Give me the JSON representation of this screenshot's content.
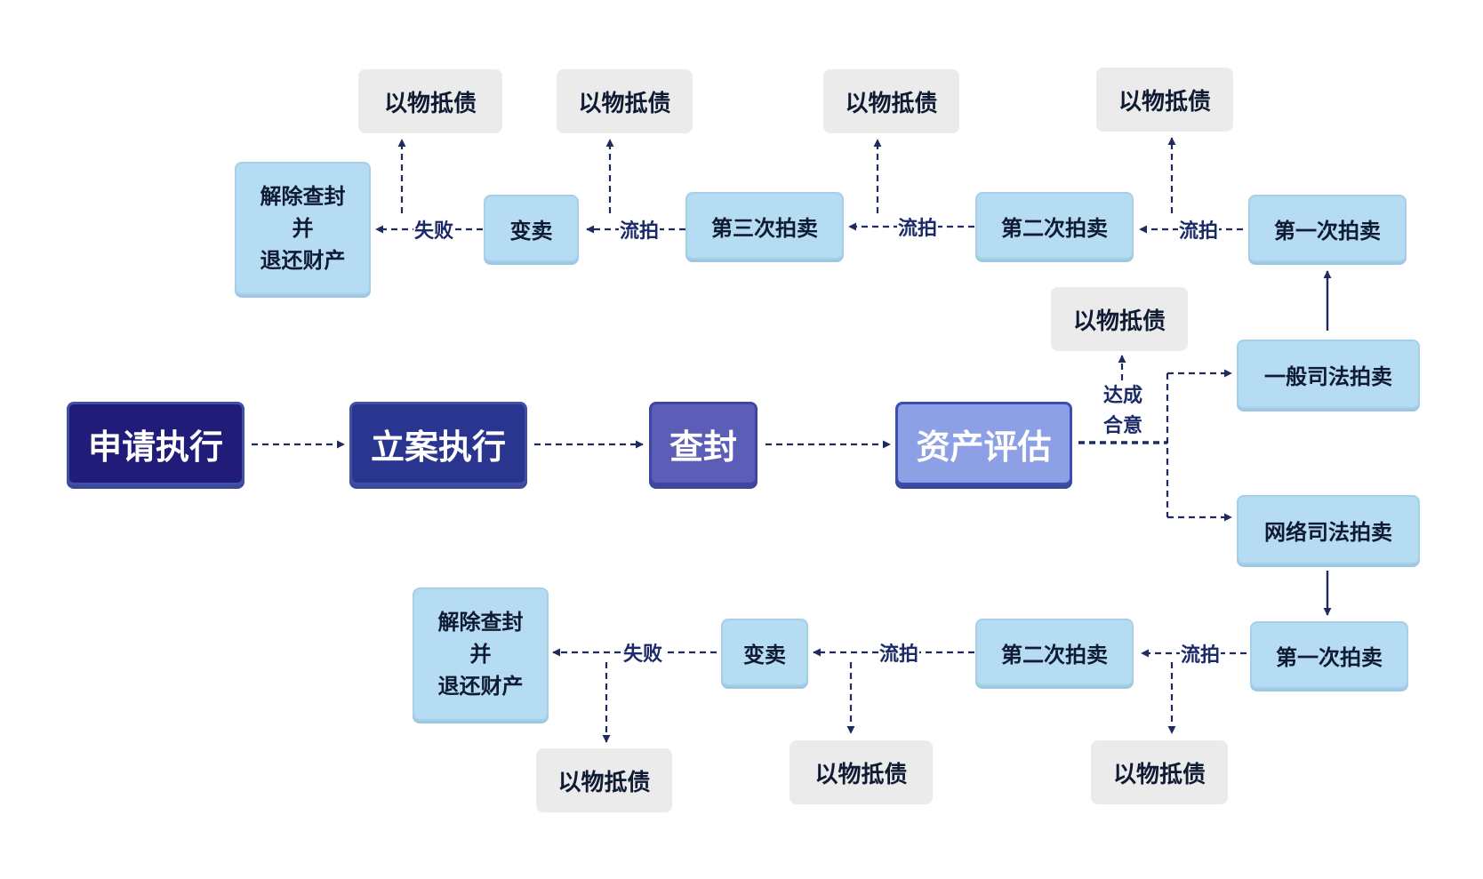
{
  "nodes": {
    "main_apply": "申请执行",
    "main_filing": "立案执行",
    "main_seal": "查封",
    "main_assess": "资产评估",
    "general_auction": "一般司法拍卖",
    "online_auction": "网络司法拍卖",
    "top_first": "第一次拍卖",
    "top_second": "第二次拍卖",
    "top_third": "第三次拍卖",
    "top_sale": "变卖",
    "top_release": "解除查封\n并\n退还财产",
    "bottom_first": "第一次拍卖",
    "bottom_second": "第二次拍卖",
    "bottom_sale": "变卖",
    "bottom_release": "解除查封\n并\n退还财产",
    "debt_1": "以物抵债",
    "debt_2": "以物抵债",
    "debt_3": "以物抵债",
    "debt_4": "以物抵债",
    "debt_5": "以物抵债",
    "debt_6": "以物抵债",
    "debt_7": "以物抵债",
    "debt_8": "以物抵债"
  },
  "edge_labels": {
    "fail": "失败",
    "unsold": "流拍",
    "agreement": "达成\n合意"
  },
  "colors": {
    "arrow": "#1f2a5e",
    "blue_box": "#b6dcf3",
    "gray_box": "#ebebeb",
    "main_1": "#201c78",
    "main_2": "#2a3590",
    "main_3": "#5c5db7",
    "main_4": "#8ea0e5"
  }
}
